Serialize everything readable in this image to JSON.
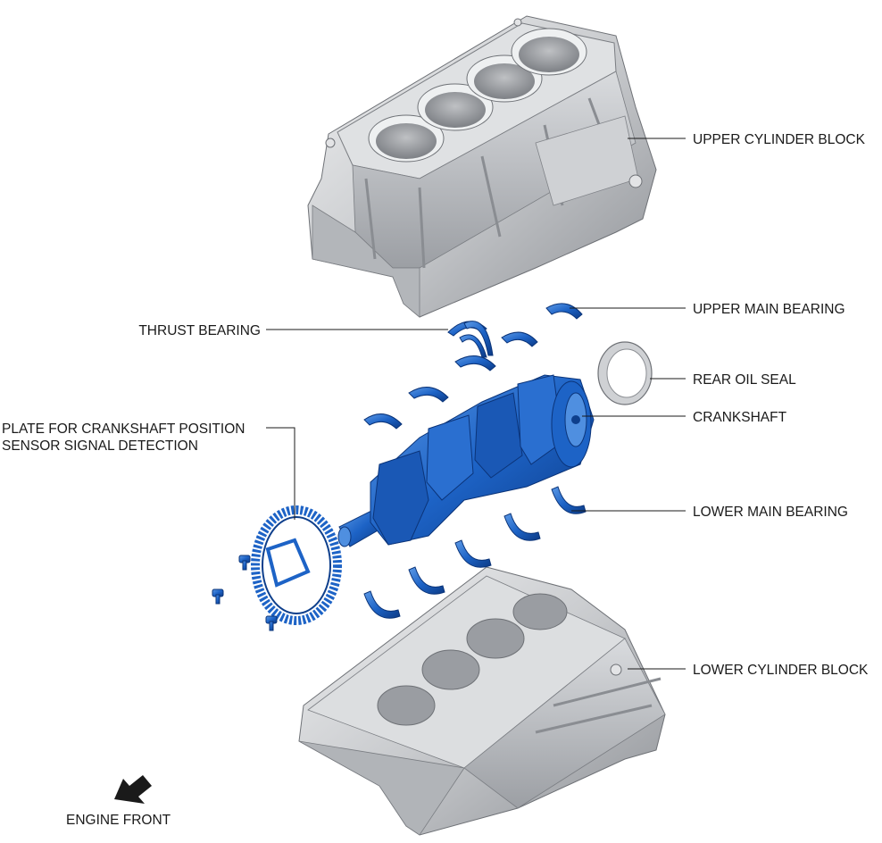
{
  "labels": {
    "upper_cylinder_block": "UPPER CYLINDER BLOCK",
    "upper_main_bearing": "UPPER MAIN BEARING",
    "thrust_bearing": "THRUST BEARING",
    "rear_oil_seal": "REAR OIL SEAL",
    "crankshaft": "CRANKSHAFT",
    "plate_line1": "PLATE FOR CRANKSHAFT POSITION",
    "plate_line2": "SENSOR SIGNAL DETECTION",
    "lower_main_bearing": "LOWER MAIN BEARING",
    "lower_cylinder_block": "LOWER CYLINDER BLOCK",
    "engine_front": "ENGINE FRONT"
  },
  "colors": {
    "part_blue": "#1d63c6",
    "part_blue_light": "#4f8fe0",
    "part_blue_dark": "#0e3f8c",
    "metal": "#c9cbce",
    "metal_light": "#e9eaec",
    "metal_dark": "#8b8e93",
    "ink": "#1a1a1a"
  }
}
